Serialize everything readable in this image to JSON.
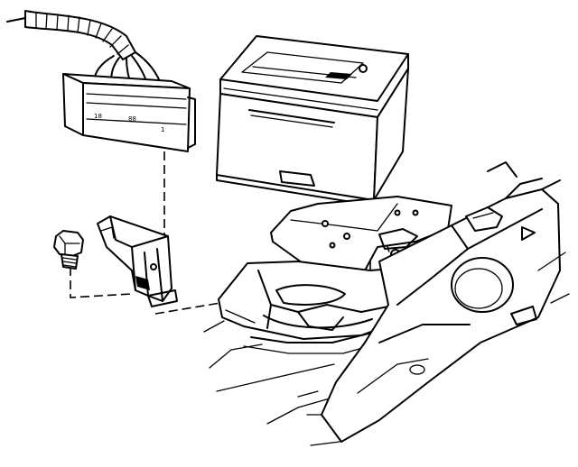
{
  "figure": {
    "parts": [
      "wiring-harness",
      "electrical-connector-block",
      "battery",
      "hold-down-bolt",
      "mounting-bracket",
      "battery-tray",
      "vehicle-frame-rail"
    ],
    "connector_marks": [
      "18",
      "88",
      "1"
    ]
  },
  "colors": {
    "ink": "#000000",
    "paper": "#ffffff"
  }
}
